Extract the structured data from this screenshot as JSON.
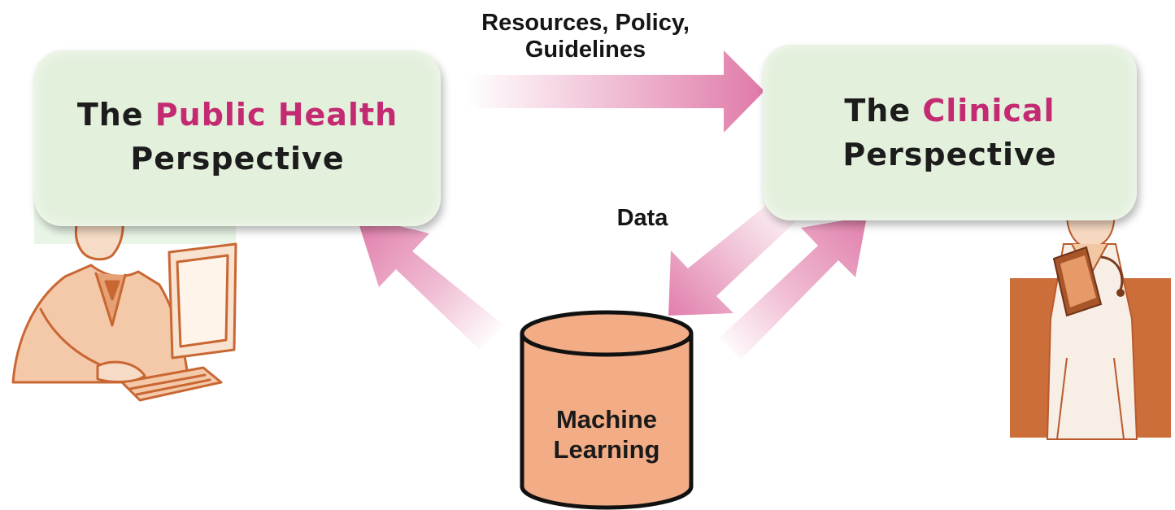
{
  "public_health": {
    "prefix": "The ",
    "highlight": "Public Health",
    "suffix": "Perspective"
  },
  "clinical": {
    "prefix": "The ",
    "highlight": "Clinical",
    "suffix": "Perspective"
  },
  "flows": {
    "resources_line1": "Resources, Policy,",
    "resources_line2": "Guidelines",
    "data": "Data"
  },
  "database": {
    "line1": "Machine",
    "line2": "Learning"
  },
  "colors": {
    "box_fill": "#e3f0dc",
    "accent_text": "#c42a72",
    "arrow_pink": "#e07aa8",
    "cylinder_fill": "#f2ad86",
    "illustration_orange": "#cc6e3a"
  },
  "icons": {
    "left_figure": "office-worker-at-computer-illustration",
    "right_figure": "doctor-with-clipboard-illustration",
    "cylinder": "database-cylinder-icon"
  }
}
